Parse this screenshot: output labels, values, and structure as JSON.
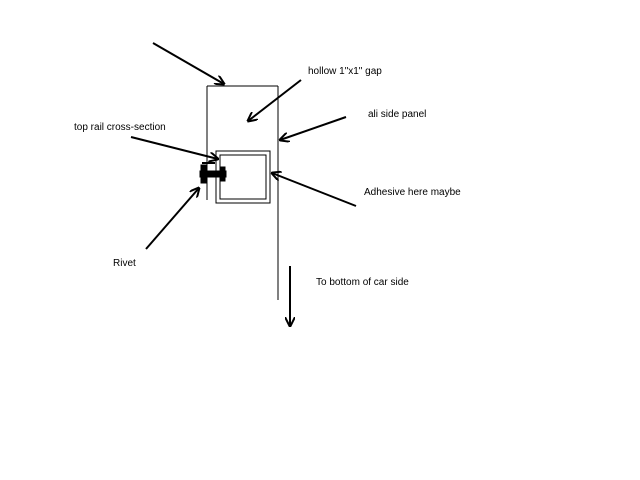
{
  "labels": {
    "gap": "hollow 1\"x1\" gap",
    "side_panel": "ali side panel",
    "top_rail": "top rail cross-section",
    "adhesive": "Adhesive here maybe",
    "rivet": "Rivet",
    "bottom": "To bottom of car side"
  },
  "colors": {
    "ink": "#000000",
    "background": "#ffffff"
  }
}
